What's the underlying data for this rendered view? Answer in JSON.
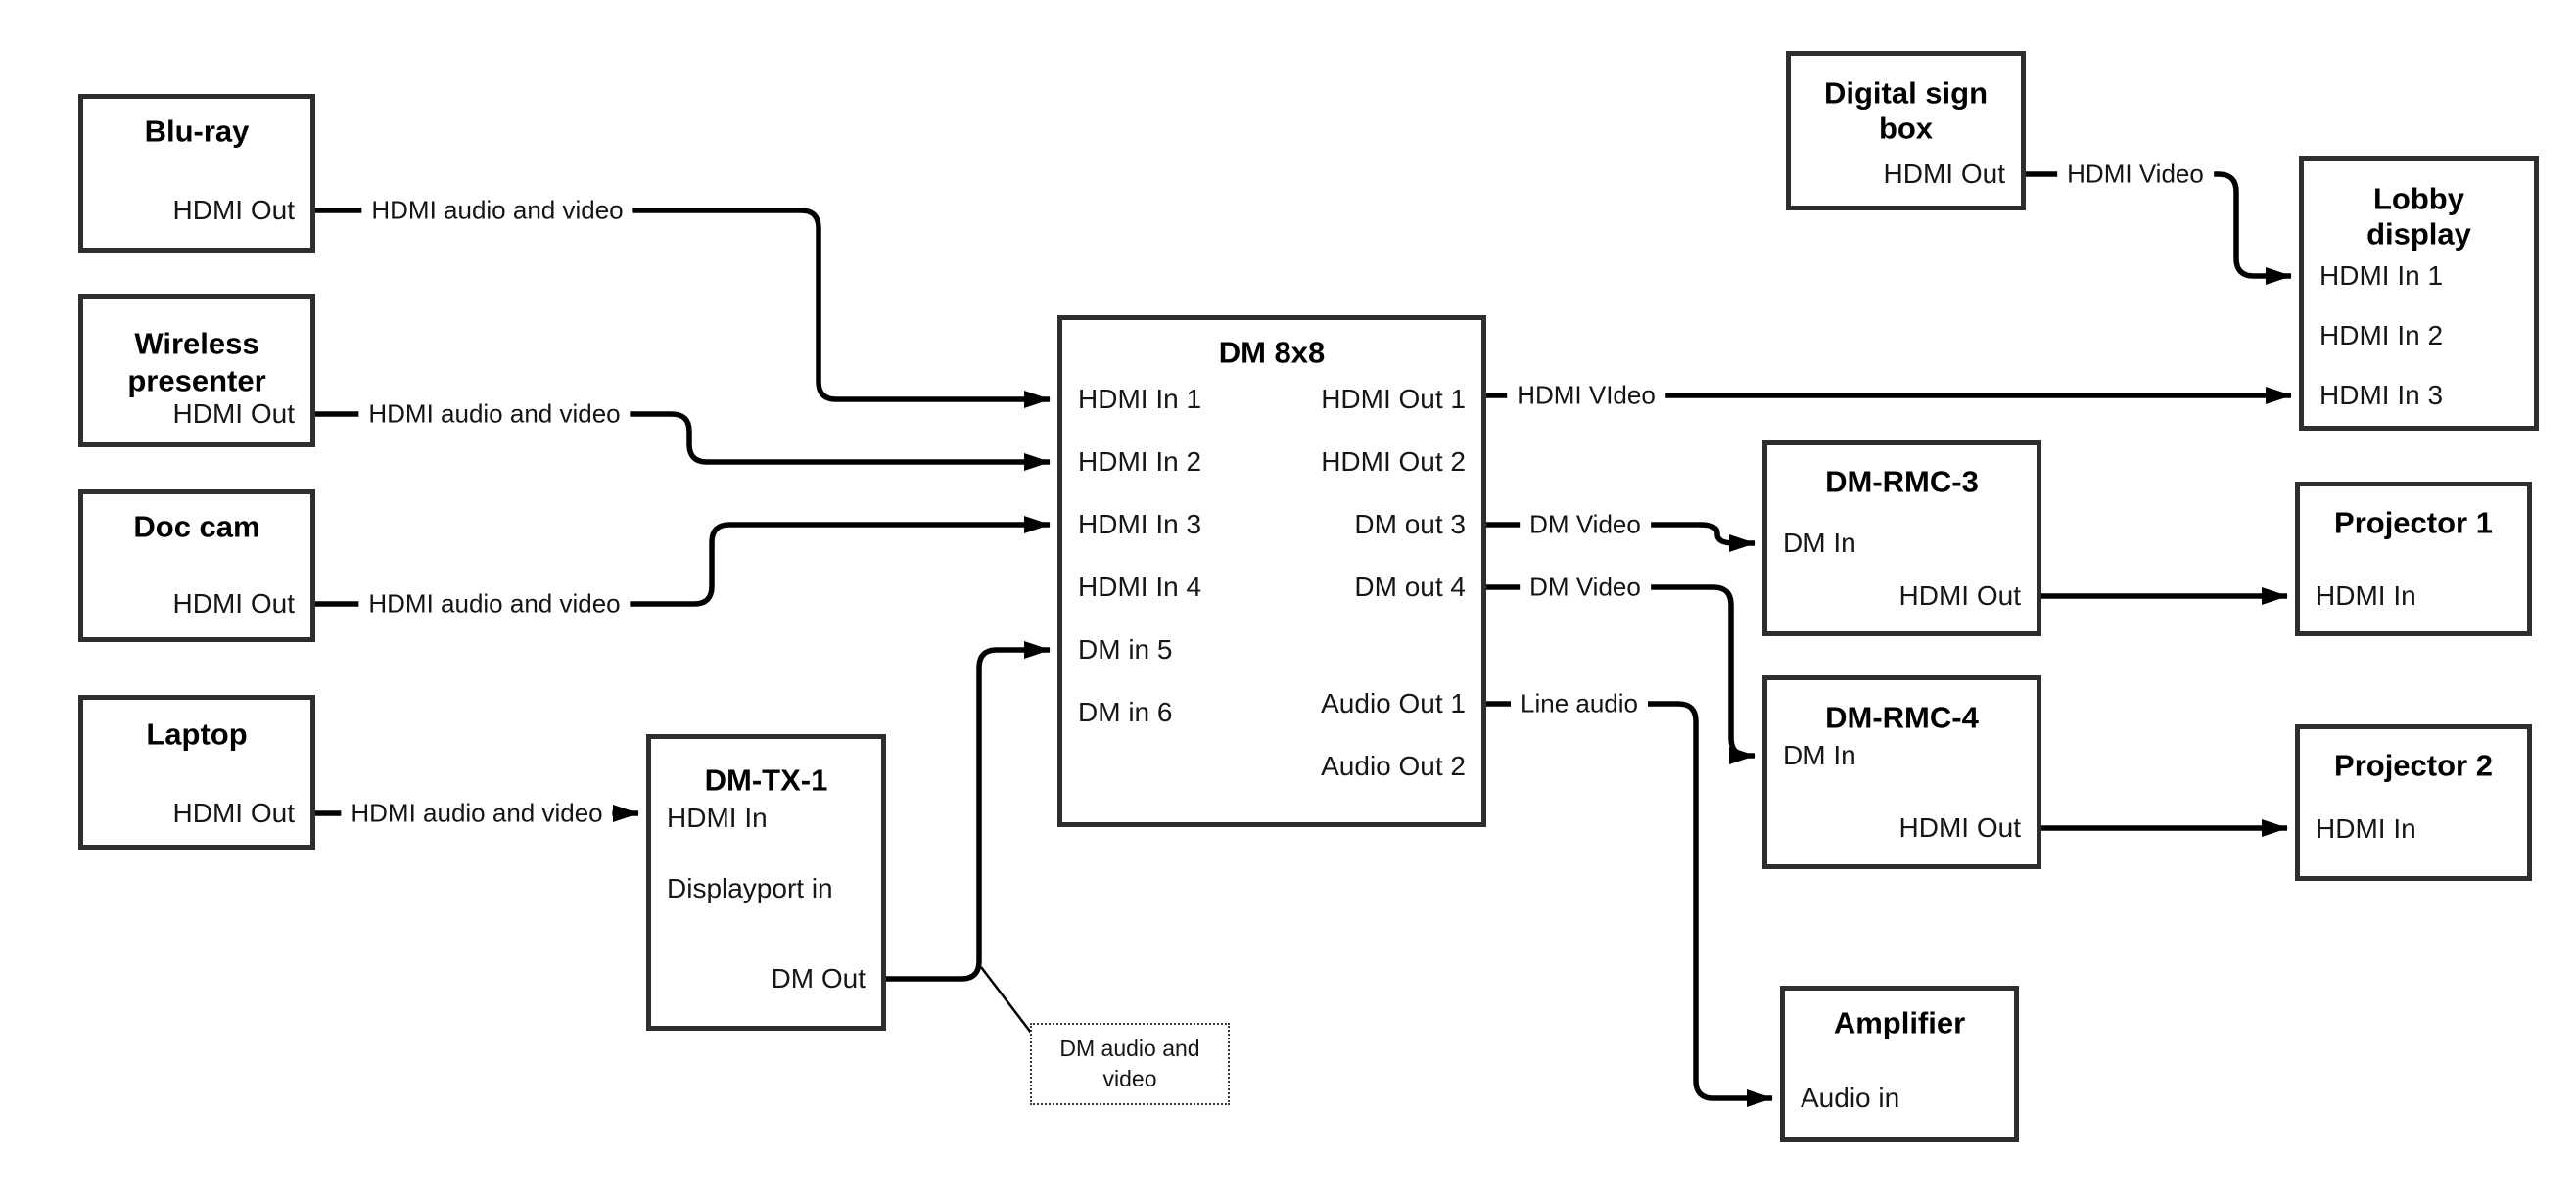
{
  "colors": {
    "background": "#ffffff",
    "connector": "#000000",
    "box_border": "#2e2e2e",
    "text": "#141414"
  },
  "nodes": {
    "bluray": {
      "title": "Blu-ray",
      "hdmi_out": "HDMI Out"
    },
    "wireless": {
      "title_line1": "Wireless",
      "title_line2": "presenter",
      "hdmi_out": "HDMI Out"
    },
    "doccam": {
      "title": "Doc cam",
      "hdmi_out": "HDMI Out"
    },
    "laptop": {
      "title": "Laptop",
      "hdmi_out": "HDMI Out"
    },
    "dmtx1": {
      "title": "DM-TX-1",
      "hdmi_in": "HDMI In",
      "displayport_in": "Displayport in",
      "dm_out": "DM Out"
    },
    "dm8x8": {
      "title": "DM 8x8",
      "inputs": [
        "HDMI In 1",
        "HDMI In 2",
        "HDMI In 3",
        "HDMI In 4",
        "DM in 5",
        "DM in 6"
      ],
      "outputs": [
        "HDMI Out 1",
        "HDMI Out 2",
        "DM out 3",
        "DM out 4"
      ],
      "audio_outputs": [
        "Audio Out 1",
        "Audio Out 2"
      ]
    },
    "digital_sign": {
      "title_line1": "Digital sign",
      "title_line2": "box",
      "hdmi_out": "HDMI Out"
    },
    "lobby": {
      "title_line1": "Lobby",
      "title_line2": "display",
      "inputs": [
        "HDMI In 1",
        "HDMI In 2",
        "HDMI In 3"
      ]
    },
    "dmrmc3": {
      "title": "DM-RMC-3",
      "dm_in": "DM In",
      "hdmi_out": "HDMI Out"
    },
    "dmrmc4": {
      "title": "DM-RMC-4",
      "dm_in": "DM In",
      "hdmi_out": "HDMI Out"
    },
    "projector1": {
      "title": "Projector 1",
      "hdmi_in": "HDMI In"
    },
    "projector2": {
      "title": "Projector 2",
      "hdmi_in": "HDMI In"
    },
    "amplifier": {
      "title": "Amplifier",
      "audio_in": "Audio in"
    }
  },
  "edges": {
    "bluray_to_dm8x8": "HDMI audio and video",
    "wireless_to_dm8x8": "HDMI audio and video",
    "doccam_to_dm8x8": "HDMI audio and video",
    "laptop_to_dmtx1": "HDMI audio and video",
    "hdmiout1_to_lobby": "HDMI VIdeo",
    "dmout3_to_rmc3": "DM Video",
    "dmout4_to_rmc4": "DM Video",
    "audioout1_to_amp": "Line audio",
    "digitalsign_to_lobby": "HDMI Video"
  },
  "note": {
    "line1": "DM audio and",
    "line2": "video"
  }
}
